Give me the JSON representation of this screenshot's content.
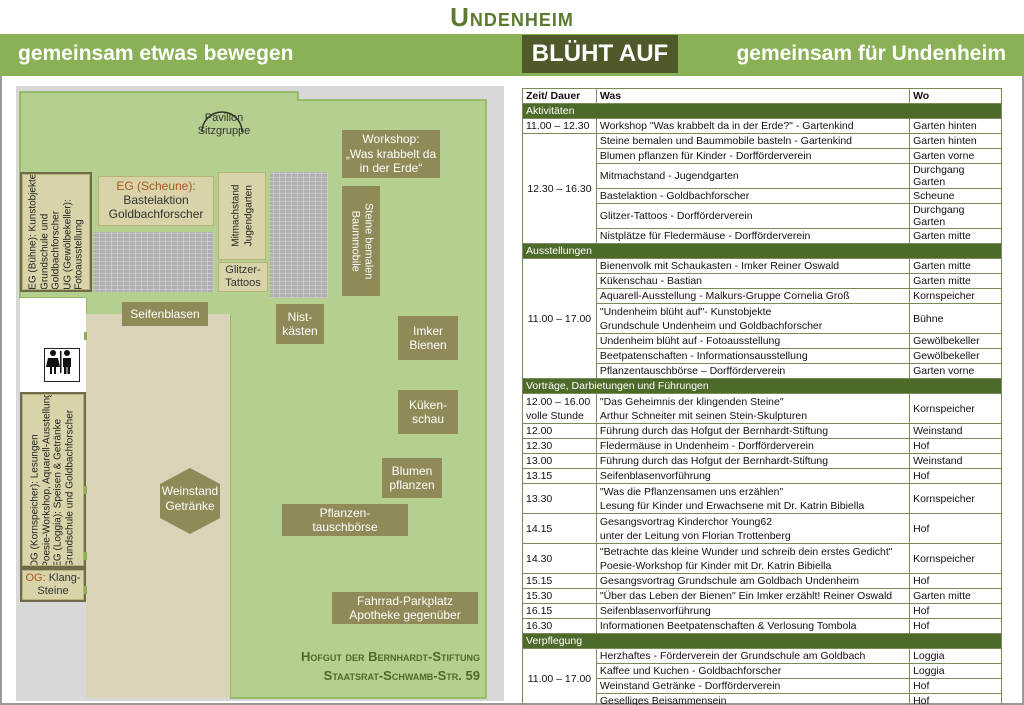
{
  "header": {
    "title": "Undenheim",
    "bluht": "BLÜHT AUF",
    "tagline_left": "gemeinsam etwas bewegen",
    "tagline_right": "gemeinsam für Undenheim"
  },
  "map": {
    "pavillon": [
      "Pavillon",
      "Sitzgruppe"
    ],
    "workshop": [
      "Workshop:",
      "„Was krabbelt da",
      "in der Erde“"
    ],
    "scheune": [
      "EG (Scheune):",
      "Bastelaktion",
      "Goldbachforscher"
    ],
    "mitmachstand": [
      "Mitmachstand",
      "Jugendgarten"
    ],
    "glitzer": [
      "Glitzer-",
      "Tattoos"
    ],
    "steine": [
      "Steine bemalen",
      "Baummobile"
    ],
    "buehne": {
      "line1_prefix": "EG (Bühne):",
      "line1_rest": " Kunstobjekte",
      "line2": "Grundschule und",
      "line3": "Goldbachforscher",
      "line4_prefix": "UG (Gewölbekeller):",
      "line5": "Fotoausstellung"
    },
    "seifenblasen": "Seifenblasen",
    "nistkaesten": [
      "Nist-",
      "kästen"
    ],
    "imker": [
      "Imker",
      "Bienen"
    ],
    "kueken": [
      "Küken-",
      "schau"
    ],
    "blumen": [
      "Blumen",
      "pflanzen"
    ],
    "pflanzen": [
      "Pflanzen-",
      "tauschbörse"
    ],
    "weinstand": [
      "Weinstand",
      "Getränke"
    ],
    "kornspeicher": {
      "line1_prefix": "OG (Kornspeicher):",
      "line1_rest": " Lesungen",
      "line2": "Poesie-Workshop, Aquarell-Ausstellung",
      "line3_prefix": "EG (Loggia):",
      "line3_rest": " Speisen & Getränke",
      "line4": "Grundschule und Goldbachforscher"
    },
    "klang_prefix": "OG:",
    "klang_rest": " Klang-",
    "klang_line2": "Steine",
    "fahrrad": [
      "Fahrrad-Parkplatz",
      "Apotheke gegenüber"
    ],
    "hof_line1": "Hofgut der Bernhardt-Stiftung",
    "hof_line2": "Staatsrat-Schwamb-Str. 59"
  },
  "schedule": {
    "headers": [
      "Zeit/ Dauer",
      "Was",
      "Wo"
    ],
    "sections": {
      "aktivitaeten": "Aktivitäten",
      "ausstellungen": "Ausstellungen",
      "vortraege": "Vorträge, Darbietungen und Führungen",
      "verpflegung": "Verpflegung"
    },
    "akt": [
      {
        "zeit": "11.00 – 12.30",
        "was": "Workshop \"Was krabbelt da in der Erde?\" - Gartenkind",
        "wo": "Garten hinten"
      },
      {
        "was": "Steine bemalen und Baummobile basteln - Gartenkind",
        "wo": "Garten hinten"
      },
      {
        "was": "Blumen pflanzen für Kinder - Dorfförderverein",
        "wo": "Garten vorne"
      },
      {
        "zeit": "12.30 – 16.30",
        "was": "Mitmachstand - Jugendgarten",
        "wo": "Durchgang Garten"
      },
      {
        "was": "Bastelaktion - Goldbachforscher",
        "wo": "Scheune"
      },
      {
        "was": "Glitzer-Tattoos - Dorfförderverein",
        "wo": "Durchgang Garten"
      },
      {
        "was": "Nistplätze für Fledermäuse - Dorfförderverein",
        "wo": "Garten mitte"
      }
    ],
    "aus_zeit": "11.00 – 17.00",
    "aus": [
      {
        "was": "Bienenvolk mit Schaukasten - Imker Reiner Oswald",
        "wo": "Garten mitte"
      },
      {
        "was": "Kükenschau - Bastian",
        "wo": "Garten mitte"
      },
      {
        "was": "Aquarell-Ausstellung - Malkurs-Gruppe Cornelia Groß",
        "wo": "Kornspeicher"
      },
      {
        "was": "\"Undenheim blüht auf\"- Kunstobjekte",
        "was2": "Grundschule Undenheim und Goldbachforscher",
        "wo": "Bühne"
      },
      {
        "was": "Undenheim blüht auf - Fotoausstellung",
        "wo": "Gewölbekeller"
      },
      {
        "was": "Beetpatenschaften - Informationsausstellung",
        "wo": "Gewölbekeller"
      },
      {
        "was": "Pflanzentauschbörse – Dorfförderverein",
        "wo": "Garten vorne"
      }
    ],
    "vor": [
      {
        "zeit": "12.00 – 16.00",
        "zeit2": "volle Stunde",
        "was": "\"Das Geheimnis der klingenden Steine\"",
        "was2": "Arthur Schneiter mit seinen Stein-Skulpturen",
        "wo": "Kornspeicher"
      },
      {
        "zeit": "12.00",
        "was": "Führung durch das Hofgut der Bernhardt-Stiftung",
        "wo": "Weinstand"
      },
      {
        "zeit": "12.30",
        "was": "Fledermäuse in Undenheim - Dorfförderverein",
        "wo": "Hof"
      },
      {
        "zeit": "13.00",
        "was": "Führung durch das Hofgut der Bernhardt-Stiftung",
        "wo": "Weinstand"
      },
      {
        "zeit": "13.15",
        "was": "Seifenblasenvorführung",
        "wo": "Hof"
      },
      {
        "zeit": "13.30",
        "was": "\"Was die Pflanzensamen uns erzählen\"",
        "was2": "Lesung für Kinder und Erwachsene mit Dr. Katrin Bibiella",
        "wo": "Kornspeicher"
      },
      {
        "zeit": "14.15",
        "was": "Gesangsvortrag Kinderchor Young62",
        "was2": "unter der Leitung von Florian Trottenberg",
        "wo": "Hof"
      },
      {
        "zeit": "14.30",
        "was": "\"Betrachte das kleine Wunder und schreib dein erstes Gedicht\"",
        "was2": "Poesie-Workshop für Kinder mit Dr. Katrin Bibiella",
        "wo": "Kornspeicher"
      },
      {
        "zeit": "15.15",
        "was": "Gesangsvortrag Grundschule am Goldbach Undenheim",
        "wo": "Hof"
      },
      {
        "zeit": "15.30",
        "was": "\"Über das Leben der Bienen\" Ein Imker erzählt! Reiner Oswald",
        "wo": "Garten mitte"
      },
      {
        "zeit": "16.15",
        "was": "Seifenblasenvorführung",
        "wo": "Hof"
      },
      {
        "zeit": "16.30",
        "was": "Informationen Beetpatenschaften & Verlosung Tombola",
        "wo": "Hof"
      }
    ],
    "ver_zeit": "11.00 – 17.00",
    "ver": [
      {
        "was": "Herzhaftes - Förderverein der Grundschule am Goldbach",
        "wo": "Loggia"
      },
      {
        "was": "Kaffee und Kuchen - Goldbachforscher",
        "wo": "Loggia"
      },
      {
        "was": "Weinstand Getränke - Dorfförderverein",
        "wo": "Hof"
      },
      {
        "was": "Geselliges Beisammensein",
        "wo": "Hof"
      }
    ]
  },
  "colors": {
    "band": "#8ab155",
    "title": "#5a7a2e",
    "dark_olive": "#4e5a2a",
    "garden": "#b5d08e",
    "label": "#8f8a57",
    "section": "#4e6a2a"
  }
}
